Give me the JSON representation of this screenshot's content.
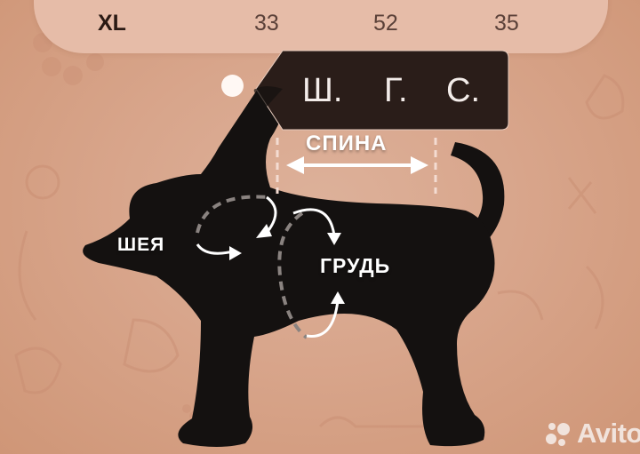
{
  "size_table": {
    "row": {
      "size": "XL",
      "values": [
        "33",
        "52",
        "35"
      ]
    }
  },
  "tag": {
    "labels": [
      "Ш.",
      "Г.",
      "С."
    ],
    "color": "#2a1d19"
  },
  "diagram": {
    "labels": {
      "back": "СПИНА",
      "neck": "ШЕЯ",
      "chest": "ГРУДЬ"
    },
    "silhouette_color": "#141110",
    "background_color": "#d8a58b",
    "dashed_line_color": "#8a8380"
  },
  "watermark": {
    "text": "Avito"
  }
}
